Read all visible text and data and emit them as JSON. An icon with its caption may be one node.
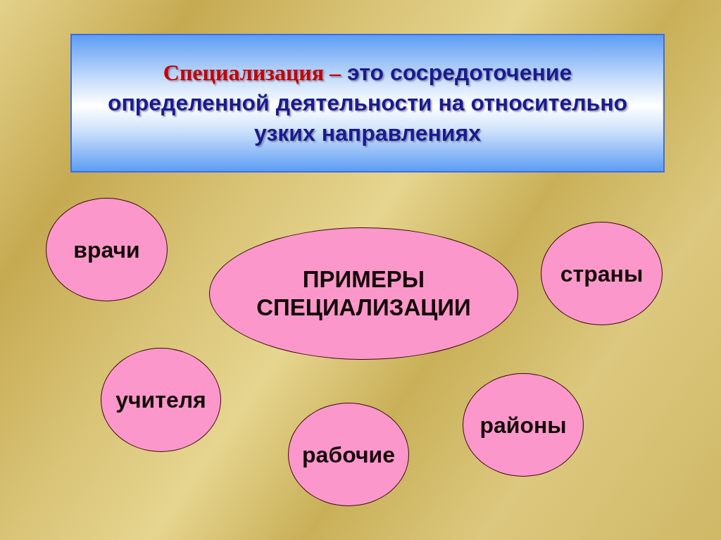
{
  "diagram": {
    "nodes": [
      {
        "text": [
          "**Специализация –** это сосредоточение определенной деятельности на относительно узких направлениях"
        ]
      },
      {
        "text": [
          "врачи"
        ]
      },
      {
        "text": [
          "ПРИМЕРЫ СПЕЦИАЛИЗАЦИИ"
        ]
      },
      {
        "text": [
          "страны"
        ]
      },
      {
        "text": [
          "учителя"
        ]
      },
      {
        "text": [
          "районы"
        ]
      },
      {
        "text": [
          "рабочие"
        ]
      }
    ]
  }
}
